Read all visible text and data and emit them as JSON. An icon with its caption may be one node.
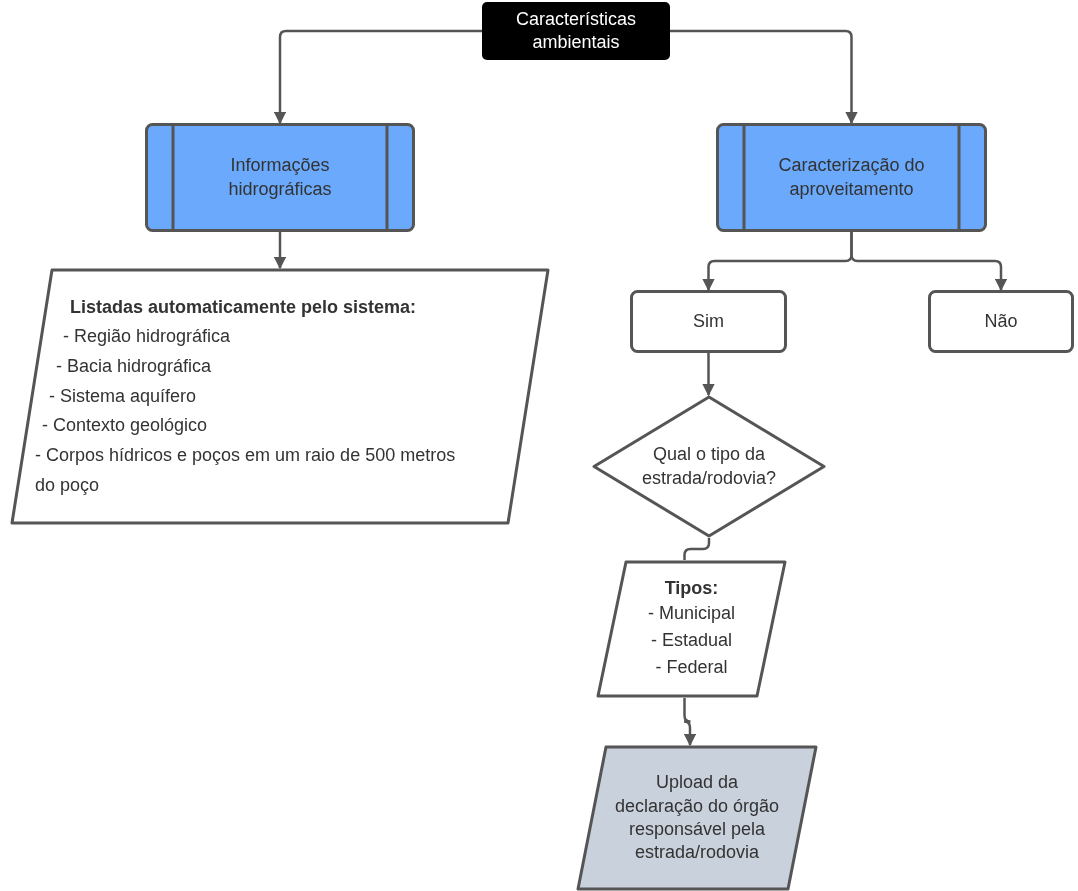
{
  "diagram": {
    "nodes": [
      {
        "text": [
          "Características ambientais"
        ]
      },
      {
        "text": [
          "Informações hidrográficas"
        ]
      },
      {
        "text": [
          "Listadas automaticamente pelo sistema:",
          "- Região hidrográfica",
          "- Bacia hidrográfica",
          "- Sistema aquífero",
          "- Contexto geológico",
          "- Corpos hídricos e poços em um raio de 500 metros do poço"
        ]
      },
      {
        "text": [
          "Caracterização do aproveitamento"
        ]
      },
      {
        "text": [
          "Sim"
        ]
      },
      {
        "text": [
          "Não"
        ]
      },
      {
        "text": [
          "Qual o tipo da estrada/rodovia?"
        ]
      },
      {
        "text": [
          "Tipos:",
          "- Municipal",
          "- Estadual",
          "- Federal"
        ]
      },
      {
        "text": [
          "Upload da declaração do órgão responsável pela estrada/rodovia"
        ]
      }
    ],
    "edges": [
      {
        "from": 0,
        "to": 1,
        "arrow": "to"
      },
      {
        "from": 0,
        "to": 3,
        "arrow": "to"
      },
      {
        "from": 1,
        "to": 2,
        "arrow": "to"
      },
      {
        "from": 3,
        "to": 4,
        "arrow": "to"
      },
      {
        "from": 3,
        "to": 5,
        "arrow": "to"
      },
      {
        "from": 4,
        "to": 6,
        "arrow": "to"
      },
      {
        "from": 6,
        "to": 7,
        "arrow": "none"
      },
      {
        "from": 7,
        "to": 8,
        "arrow": "to"
      }
    ]
  }
}
